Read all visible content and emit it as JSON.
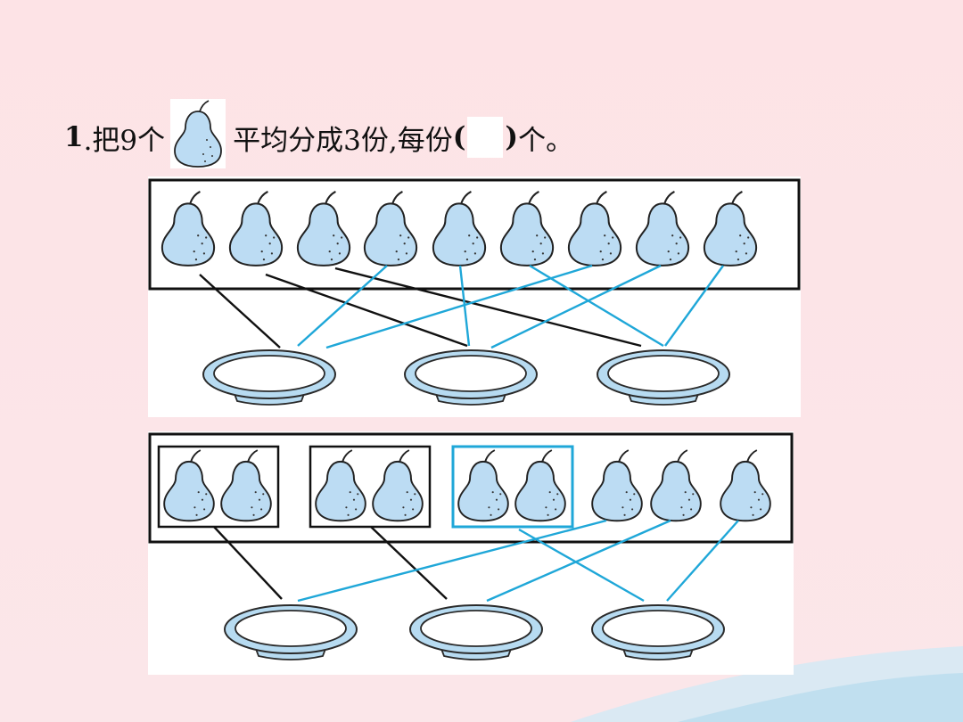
{
  "question": {
    "number": "1",
    "text_before": ".把9个",
    "text_after": "平均分成3份,每份",
    "paren_open": "(",
    "paren_close": ")",
    "text_end": "个。"
  },
  "figure1": {
    "pear_count": 9,
    "plate_count": 3
  },
  "figure2": {
    "pear_count": 9,
    "plate_count": 3,
    "group_count": 3
  },
  "colors": {
    "pear_fill": "#bcdcf3",
    "plate_fill": "#b7dbf1",
    "connector_black": "#111111",
    "connector_blue": "#1fa7d8"
  }
}
